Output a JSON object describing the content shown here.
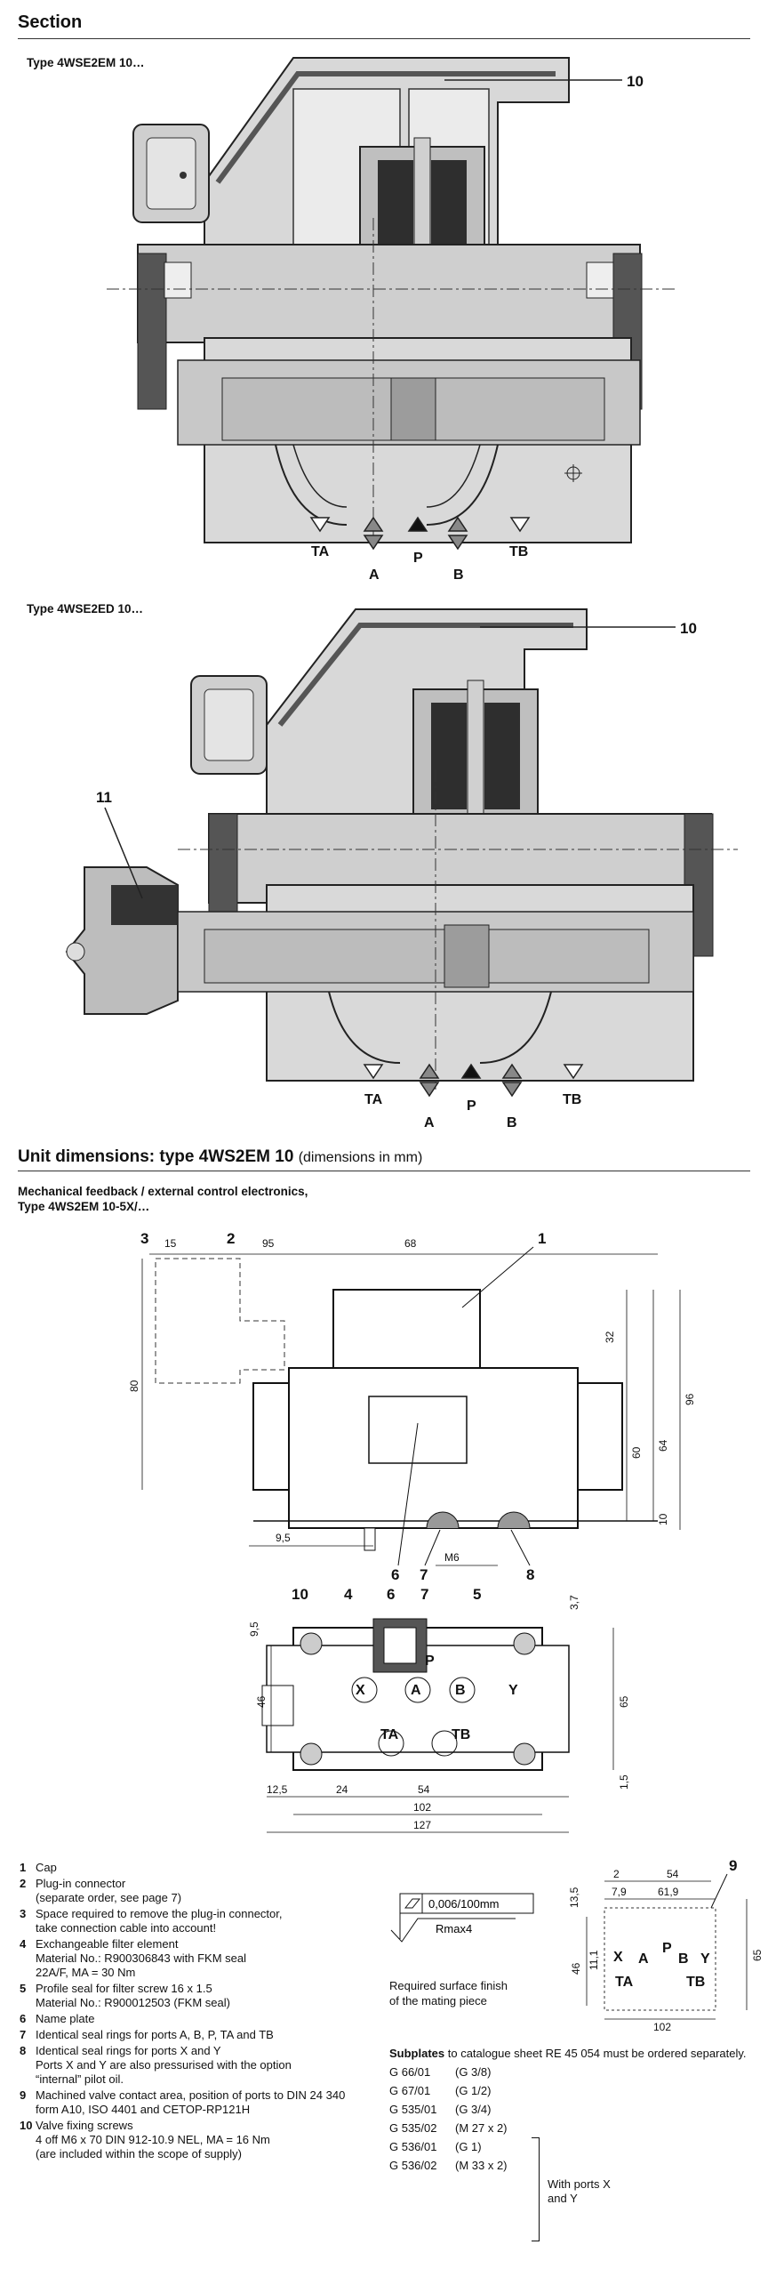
{
  "section_title": "Section",
  "figure1": {
    "title": "Type 4WSE2EM 10…",
    "callout": "10",
    "ports": [
      "TA",
      "A",
      "P",
      "B",
      "TB"
    ]
  },
  "figure2": {
    "title": "Type 4WSE2ED 10…",
    "callout_top": "10",
    "callout_left": "11",
    "ports": [
      "TA",
      "A",
      "P",
      "B",
      "TB"
    ]
  },
  "unit": {
    "title": "Unit dimensions: type 4WS2EM 10",
    "title_suffix": "(dimensions in mm)",
    "subtitle_line1": "Mechanical feedback / external control electronics,",
    "subtitle_line2": "Type 4WS2EM 10-5X/…"
  },
  "front_view": {
    "callouts": [
      "3",
      "2",
      "1",
      "6",
      "7",
      "8"
    ],
    "dims": {
      "d15": "15",
      "d95": "95",
      "d68": "68",
      "d32": "32",
      "d96": "96",
      "d80": "80",
      "d60": "60",
      "d64": "64",
      "d10": "10",
      "d9_5": "9,5",
      "m6": "M6"
    }
  },
  "plan_view": {
    "callouts": [
      "10",
      "4",
      "6",
      "7",
      "5"
    ],
    "ports": [
      "P",
      "X",
      "A",
      "B",
      "Y",
      "TA",
      "TB"
    ],
    "dims": {
      "d3_7": "3,7",
      "d9_5": "9,5",
      "d46": "46",
      "d65": "65",
      "d1_5": "1,5",
      "d12_5": "12,5",
      "d24": "24",
      "d54": "54",
      "d102": "102",
      "d127": "127"
    }
  },
  "legend": [
    {
      "num": "1",
      "lines": [
        "Cap"
      ]
    },
    {
      "num": "2",
      "lines": [
        "Plug-in connector",
        "(separate order, see page 7)"
      ]
    },
    {
      "num": "3",
      "lines": [
        "Space required to remove the plug-in connector,",
        "take connection cable into account!"
      ]
    },
    {
      "num": "4",
      "lines": [
        "Exchangeable filter element",
        "Material No.: R900306843 with FKM seal",
        "22A/F, MA = 30 Nm"
      ]
    },
    {
      "num": "5",
      "lines": [
        "Profile seal for filter screw 16 x 1.5",
        "Material No.: R900012503 (FKM seal)"
      ]
    },
    {
      "num": "6",
      "lines": [
        "Name plate"
      ]
    },
    {
      "num": "7",
      "lines": [
        "Identical seal rings for ports A, B, P, TA and TB"
      ]
    },
    {
      "num": "8",
      "lines": [
        "Identical seal rings for ports X and Y",
        "Ports X and Y are also pressurised with the option",
        "“internal” pilot oil."
      ]
    },
    {
      "num": "9",
      "lines": [
        "Machined valve contact area, position of ports to DIN 24 340",
        "form A10, ISO 4401 and CETOP-RP121H"
      ]
    },
    {
      "num": "10",
      "lines": [
        "Valve fixing screws",
        "4 off M6 x 70 DIN 912-10.9 NEL, MA = 16 Nm",
        "(are included within the scope of supply)"
      ]
    }
  ],
  "surface": {
    "flatness": "0,006/100mm",
    "roughness": "Rmax4",
    "caption_line1": "Required surface finish",
    "caption_line2": "of the mating piece"
  },
  "subplate_view": {
    "callout": "9",
    "ports": [
      "X",
      "A",
      "P",
      "B",
      "Y",
      "TA",
      "TB"
    ],
    "dims": {
      "d2": "2",
      "d54": "54",
      "d7_9": "7,9",
      "d61_9": "61,9",
      "d13_5": "13,5",
      "d46": "46",
      "d11_1": "11,1",
      "d65": "65",
      "d102": "102"
    }
  },
  "subplates": {
    "intro_bold": "Subplates",
    "intro_rest": " to catalogue sheet RE 45 054 must be ordered separately.",
    "items": [
      {
        "code": "G 66/01",
        "size": "(G 3/8)"
      },
      {
        "code": "G 67/01",
        "size": "(G 1/2)"
      },
      {
        "code": "G 535/01",
        "size": "(G 3/4)"
      },
      {
        "code": "G 535/02",
        "size": "(M 27 x 2)"
      },
      {
        "code": "G 536/01",
        "size": "(G 1)"
      },
      {
        "code": "G 536/02",
        "size": "(M 33 x 2)"
      }
    ],
    "bracket_note_line1": "With ports X",
    "bracket_note_line2": "and Y"
  }
}
